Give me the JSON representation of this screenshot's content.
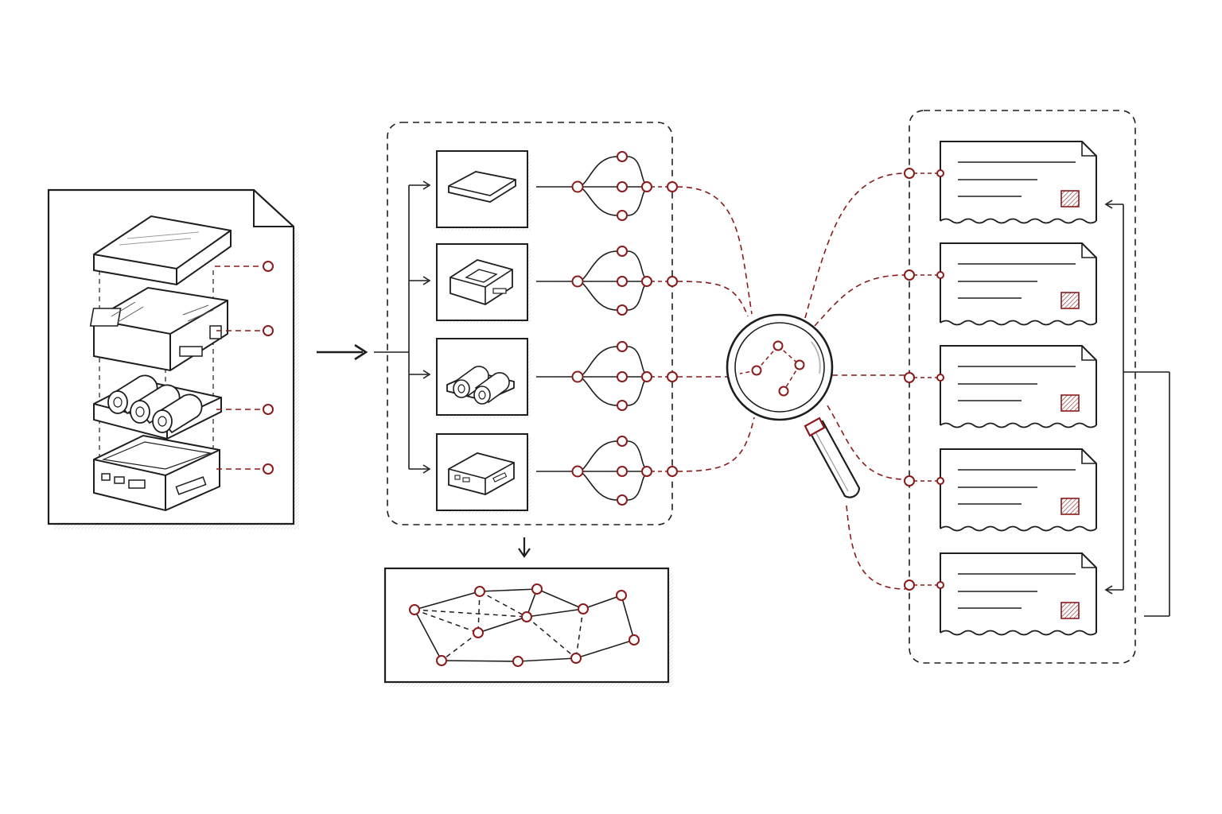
{
  "diagram": {
    "colors": {
      "ink": "#1e1e1e",
      "accent": "#8b1a1a",
      "paper": "#ffffff",
      "shade": "#e6e6e6"
    },
    "exploded_device": {
      "layers": [
        "top-cover",
        "circuit-board",
        "battery-pack",
        "bottom-case-with-ports"
      ]
    },
    "component_tiles": [
      "cover-plate",
      "chip-module",
      "battery-cells",
      "assembled-box"
    ],
    "icons": [
      "document-icon",
      "arrow-right-icon",
      "arrow-down-icon",
      "magnifier-icon",
      "network-graph-icon",
      "report-icon"
    ],
    "report_count": 5,
    "graph_nodes": 11
  }
}
